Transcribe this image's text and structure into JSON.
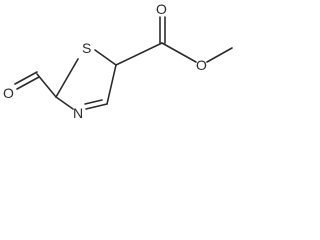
{
  "molecule": {
    "atoms": {
      "aldehyde_oxygen": "O",
      "ring_nitrogen": "N",
      "ring_sulfur": "S",
      "carbonyl_oxygen": "O",
      "ester_oxygen": "O"
    }
  },
  "colors": {
    "bond": "#2b2b2b",
    "background": "#ffffff"
  }
}
